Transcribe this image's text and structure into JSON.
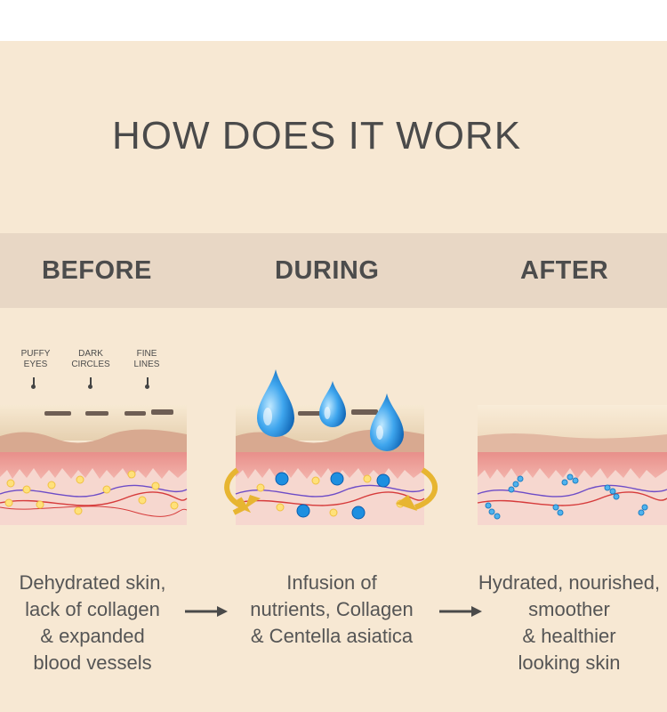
{
  "title": "HOW DOES IT WORK",
  "columns": [
    {
      "heading": "BEFORE",
      "caption": [
        "Dehydrated skin,",
        "lack of collagen",
        "& expanded",
        "blood vessels"
      ]
    },
    {
      "heading": "DURING",
      "caption": [
        "Infusion of",
        "nutrients, Collagen",
        "& Centella asiatica"
      ]
    },
    {
      "heading": "AFTER",
      "caption": [
        "Hydrated, nourished,",
        "smoother",
        "& healthier",
        "looking skin"
      ]
    }
  ],
  "concerns": [
    {
      "line1": "PUFFY",
      "line2": "EYES"
    },
    {
      "line1": "DARK",
      "line2": "CIRCLES"
    },
    {
      "line1": "FINE",
      "line2": "LINES"
    }
  ],
  "colors": {
    "background": "#f7e8d3",
    "band": "#e8d7c5",
    "heading": "#4c4c4c",
    "skin": "#f2b3ac",
    "drop": "#1e8ad6",
    "arrow_gold": "#e7b531"
  },
  "icons": [
    "water-drop-icon",
    "arrow-right-icon",
    "molecule-icon"
  ]
}
